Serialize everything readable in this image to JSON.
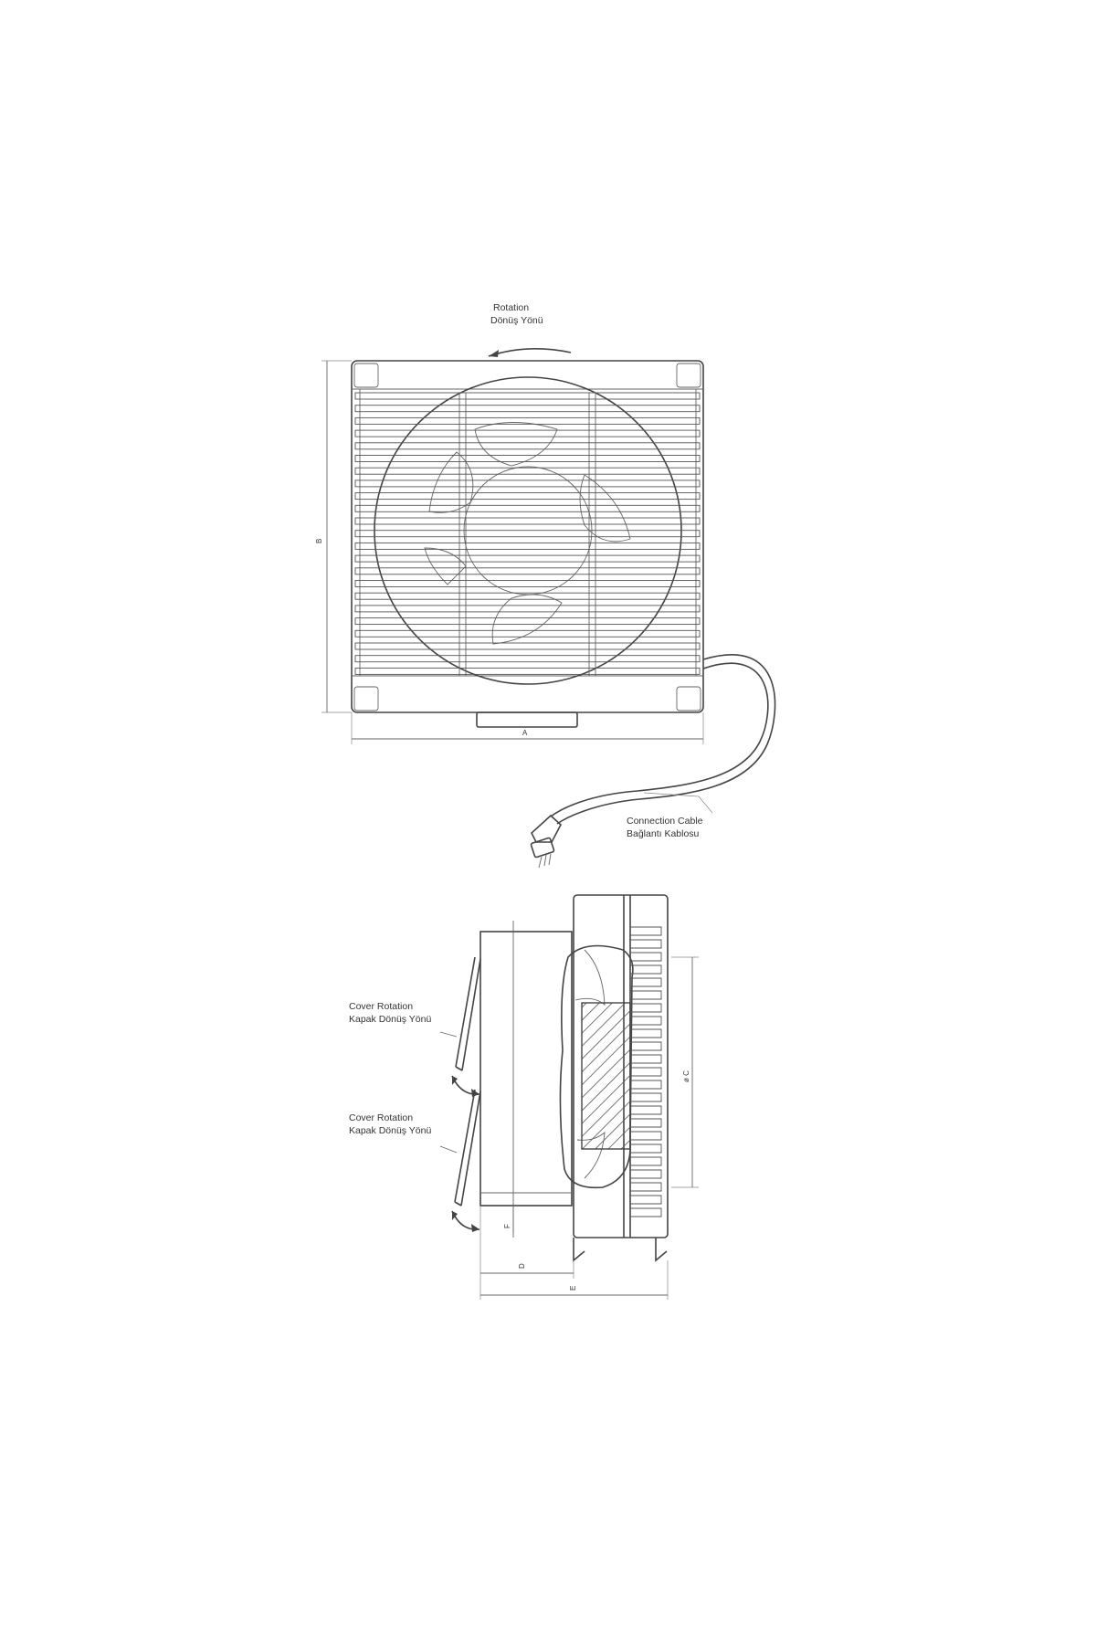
{
  "front_view": {
    "rotation_label_en": "Rotation",
    "rotation_label_tr": "Dönüş Yönü",
    "dim_height": "B",
    "dim_width": "A",
    "cable_label_en": "Connection Cable",
    "cable_label_tr": "Bağlantı Kablosu"
  },
  "side_view": {
    "cover_rotation_1_en": "Cover Rotation",
    "cover_rotation_1_tr": "Kapak Dönüş Yönü",
    "cover_rotation_2_en": "Cover Rotation",
    "cover_rotation_2_tr": "Kapak Dönüş Yönü",
    "dim_diameter": "ø C",
    "dim_f": "F",
    "dim_d": "D",
    "dim_e": "E"
  },
  "colors": {
    "line": "#444444",
    "background": "#ffffff"
  }
}
